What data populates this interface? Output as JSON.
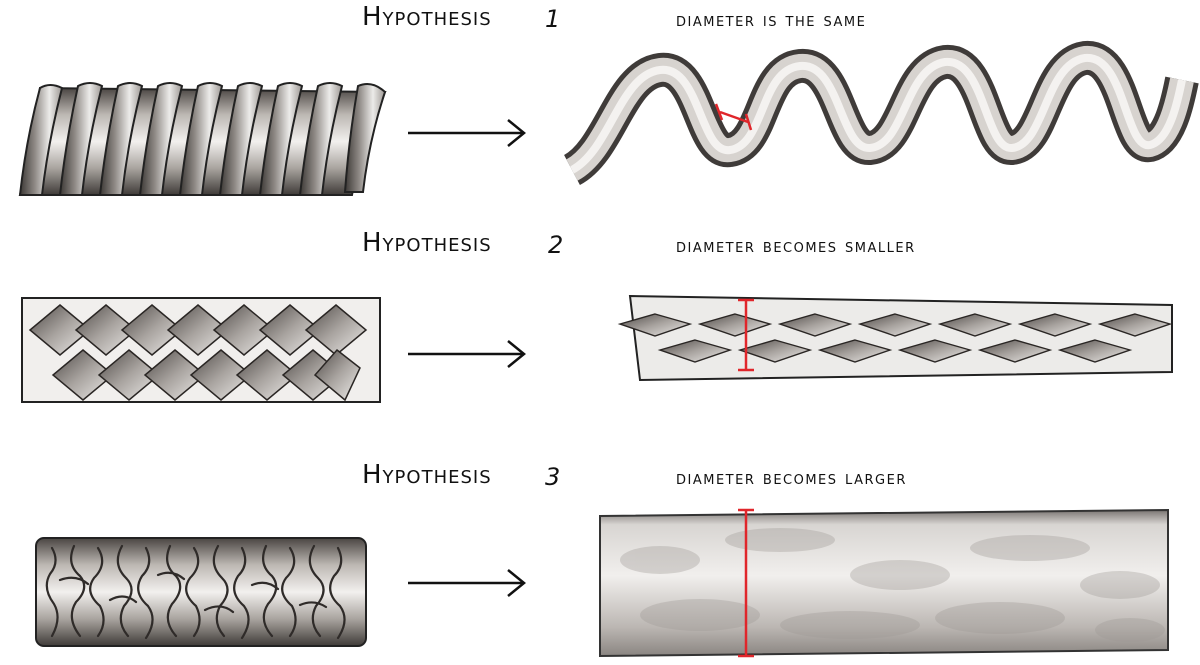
{
  "hypotheses": [
    {
      "label": "Hypothesis",
      "number": "1",
      "description": "diameter is the same"
    },
    {
      "label": "Hypothesis",
      "number": "2",
      "description": "diameter becomes smaller"
    },
    {
      "label": "Hypothesis",
      "number": "3",
      "description": "diameter becomes larger"
    }
  ],
  "colors": {
    "ink": "#111111",
    "shade": "#6f6a66",
    "light": "#d9d6d3",
    "marker": "#e0262b"
  }
}
